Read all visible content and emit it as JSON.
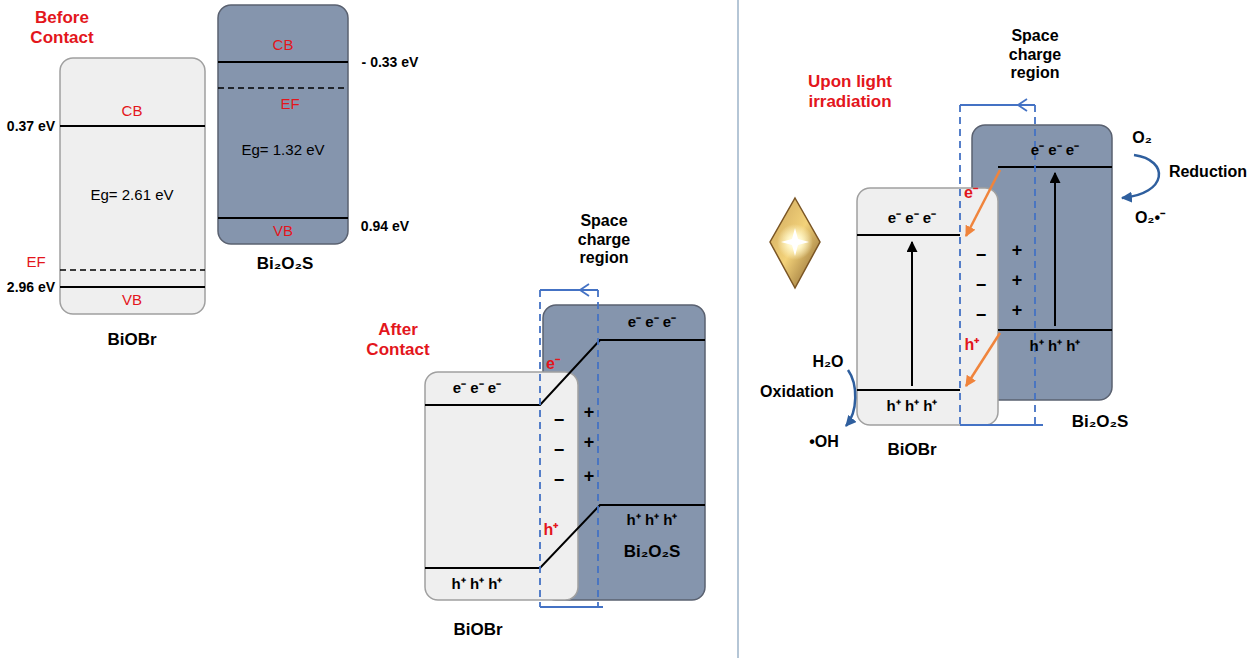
{
  "diagram": {
    "nodes": [
      {
        "text": [
          "CB",
          "Eg= 2.61 eV",
          "EF",
          "VB",
          "BiOBr"
        ]
      },
      {
        "text": [
          "CB",
          "EF",
          "Eg= 1.32 eV",
          "VB",
          "Bi₂O₂S"
        ]
      },
      {
        "text": [
          "Space charge region"
        ]
      },
      {
        "text": [
          "e⁻ e⁻ e⁻",
          "h⁺ h⁺ h⁺",
          "BiOBr"
        ]
      },
      {
        "text": [
          "e⁻ e⁻ e⁻",
          "h⁺ h⁺ h⁺",
          "Bi₂O₂S"
        ]
      },
      {
        "text": [
          "Space charge region"
        ]
      },
      {
        "text": [
          "e⁻ e⁻ e⁻",
          "h⁺ h⁺ h⁺",
          "BiOBr"
        ]
      },
      {
        "text": [
          "e⁻ e⁻ e⁻",
          "h⁺ h⁺ h⁺",
          "Bi₂O₂S"
        ]
      }
    ],
    "labels": [
      "Before Contact",
      "0.37 eV",
      "2.96 eV",
      "- 0.33 eV",
      "0.94 eV",
      "After Contact",
      "e⁻",
      "h⁺",
      "−",
      "−",
      "−",
      "+",
      "+",
      "+",
      "Upon light irradiation",
      "e⁻",
      "h⁺",
      "−",
      "−",
      "−",
      "+",
      "+",
      "+",
      "O₂",
      "Reduction",
      "O₂•⁻",
      "H₂O",
      "Oxidation",
      "•OH"
    ]
  }
}
